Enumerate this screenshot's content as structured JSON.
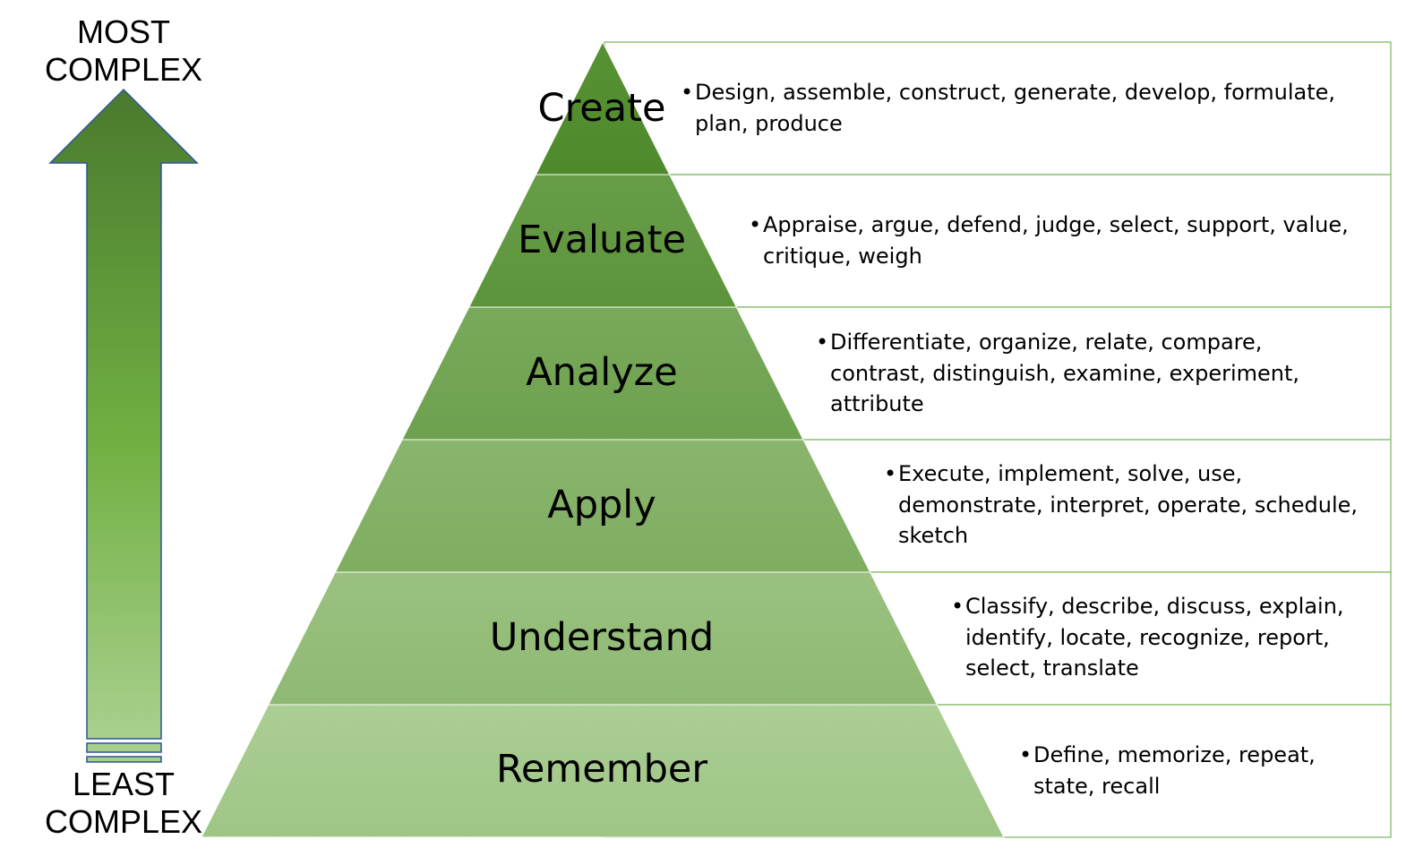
{
  "scale_labels": {
    "top": "MOST\nCOMPLEX",
    "bottom": "LEAST\nCOMPLEX"
  },
  "colors": {
    "arrow_top": "#4a7a2e",
    "arrow_mid": "#72b043",
    "arrow_bottom": "#a8d08d",
    "arrow_outline": "#2f5597",
    "pyramid_top": "#4e8a2b",
    "pyramid_bottom": "#b2d39b",
    "box_border": "#92c47a"
  },
  "levels": [
    {
      "name": "Create",
      "bullet": "•",
      "verbs": "Design, assemble, construct, generate, develop, formulate, plan, produce"
    },
    {
      "name": "Evaluate",
      "bullet": "•",
      "verbs": "Appraise, argue, defend, judge, select, support, value, critique, weigh"
    },
    {
      "name": "Analyze",
      "bullet": "•",
      "verbs": "Differentiate, organize, relate, compare, contrast, distinguish, examine, experiment, attribute"
    },
    {
      "name": "Apply",
      "bullet": "•",
      "verbs": "Execute, implement, solve, use, demonstrate, interpret, operate, schedule, sketch"
    },
    {
      "name": "Understand",
      "bullet": "•",
      "verbs": "Classify, describe, discuss, explain, identify, locate, recognize, report, select, translate"
    },
    {
      "name": "Remember",
      "bullet": "•",
      "verbs": "Define, memorize, repeat, state, recall"
    }
  ]
}
